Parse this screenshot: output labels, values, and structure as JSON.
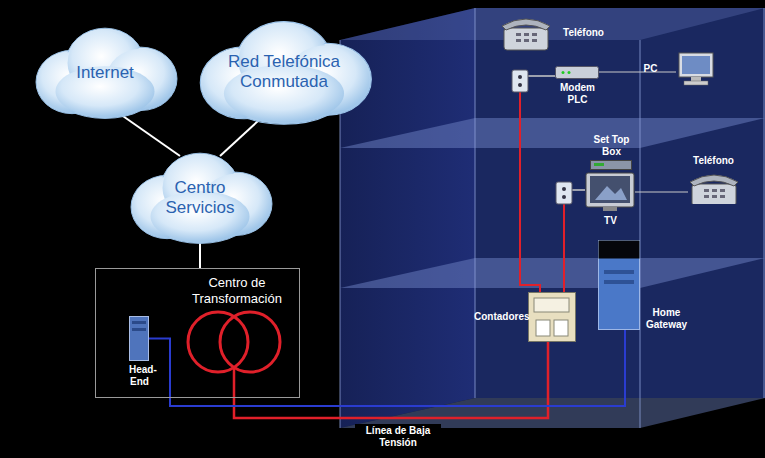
{
  "diagram": {
    "nodes": [
      {
        "text": [
          "Internet"
        ]
      },
      {
        "text": [
          "Red Telefónica Conmutada"
        ]
      },
      {
        "text": [
          "Centro Servicios"
        ]
      },
      {
        "text": [
          "Centro de Transformación"
        ]
      },
      {
        "text": [
          "Head-End"
        ],
        "in": 3
      },
      {
        "text": [
          "Teléfono"
        ]
      },
      {
        "text": [
          "PC"
        ]
      },
      {
        "text": [
          "Modem PLC"
        ]
      },
      {
        "text": [
          "Set Top Box"
        ]
      },
      {
        "text": [
          "TV"
        ]
      },
      {
        "text": [
          "Teléfono"
        ]
      },
      {
        "text": [
          "Contadores"
        ]
      },
      {
        "text": [
          "Home Gateway"
        ]
      }
    ],
    "edges": [
      {
        "from": 0,
        "to": 2,
        "arrow": "none"
      },
      {
        "from": 1,
        "to": 2,
        "arrow": "none"
      },
      {
        "from": 2,
        "to": 3,
        "arrow": "none"
      },
      {
        "from": 3,
        "to": 11,
        "label": "Línea de Baja Tensión",
        "arrow": "none"
      },
      {
        "from": 4,
        "to": 12,
        "arrow": "none"
      }
    ]
  }
}
